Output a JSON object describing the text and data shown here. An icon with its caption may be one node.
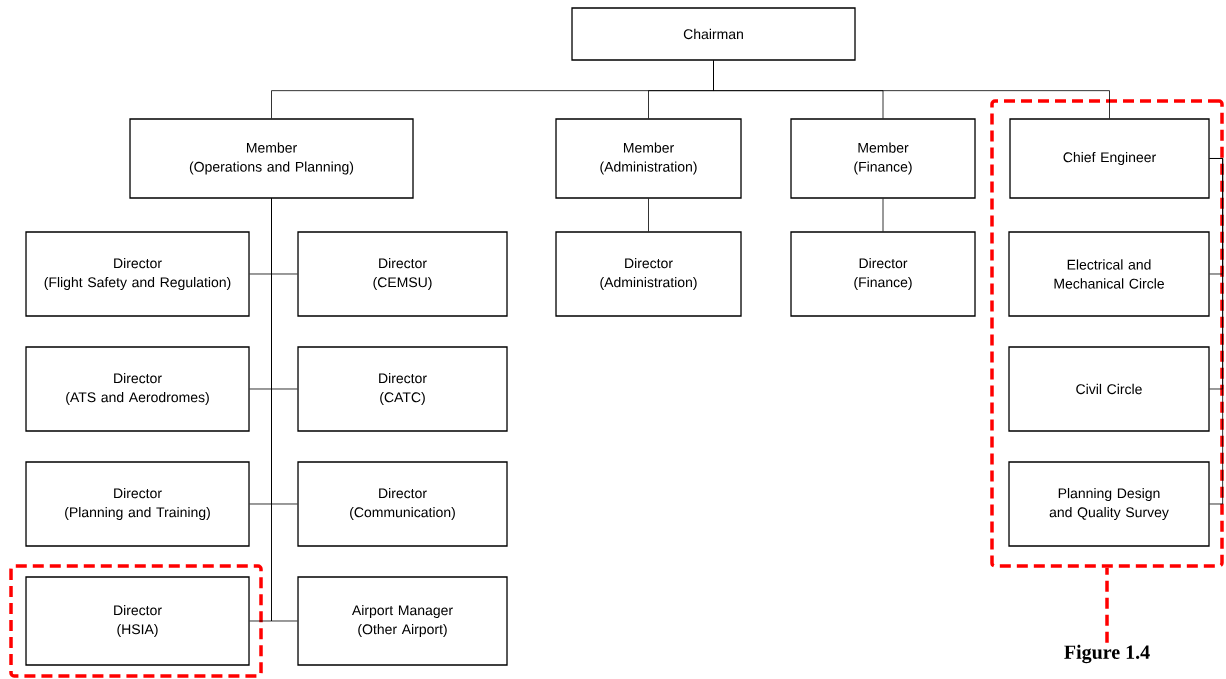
{
  "diagram": {
    "nodes": [
      {
        "text": [
          "Chairman"
        ]
      },
      {
        "text": [
          "Member",
          "(Operations and Planning)"
        ]
      },
      {
        "text": [
          "Member",
          "(Administration)"
        ]
      },
      {
        "text": [
          "Member",
          "(Finance)"
        ]
      },
      {
        "text": [],
        "shape": "box"
      },
      {
        "text": [
          "Chief Engineer"
        ],
        "in": 4
      },
      {
        "text": [
          "Director",
          "(Flight Safety and Regulation)"
        ]
      },
      {
        "text": [
          "Director",
          "(CEMSU)"
        ]
      },
      {
        "text": [
          "Director",
          "(Administration)"
        ]
      },
      {
        "text": [
          "Director",
          "(Finance)"
        ]
      },
      {
        "text": [
          "Electrical and Mechanical Circle"
        ],
        "in": 4
      },
      {
        "text": [
          "Director",
          "(ATS and Aerodromes)"
        ]
      },
      {
        "text": [
          "Director",
          "(CATC)"
        ]
      },
      {
        "text": [
          "Civil Circle"
        ],
        "in": 4
      },
      {
        "text": [
          "Director",
          "(Planning and Training)"
        ]
      },
      {
        "text": [
          "Director",
          "(Communication)"
        ]
      },
      {
        "text": [
          "Planning Design and Quality Survey"
        ],
        "in": 4
      },
      {
        "text": [
          "Director",
          "(HSIA)"
        ]
      },
      {
        "text": [
          "Airport Manager",
          "(Other Airport)"
        ]
      },
      {
        "text": [
          "Figure 1.4"
        ]
      }
    ],
    "edges": [
      {
        "from": 0,
        "to": 1,
        "arrow": "none"
      },
      {
        "from": 0,
        "to": 2,
        "arrow": "none"
      },
      {
        "from": 0,
        "to": 3,
        "arrow": "none"
      },
      {
        "from": 0,
        "to": 5,
        "arrow": "none"
      },
      {
        "from": 1,
        "to": 6,
        "arrow": "none"
      },
      {
        "from": 1,
        "to": 7,
        "arrow": "none"
      },
      {
        "from": 1,
        "to": 11,
        "arrow": "none"
      },
      {
        "from": 1,
        "to": 12,
        "arrow": "none"
      },
      {
        "from": 1,
        "to": 14,
        "arrow": "none"
      },
      {
        "from": 1,
        "to": 15,
        "arrow": "none"
      },
      {
        "from": 1,
        "to": 17,
        "arrow": "none"
      },
      {
        "from": 1,
        "to": 18,
        "arrow": "none"
      },
      {
        "from": 2,
        "to": 8,
        "arrow": "none"
      },
      {
        "from": 3,
        "to": 9,
        "arrow": "none"
      },
      {
        "from": 5,
        "to": 10,
        "arrow": "none"
      },
      {
        "from": 5,
        "to": 13,
        "arrow": "none"
      },
      {
        "from": 5,
        "to": 16,
        "arrow": "none"
      },
      {
        "from": 19,
        "to": 4,
        "arrow": "none",
        "style": "dashed",
        "color": "#ff0000"
      }
    ]
  }
}
